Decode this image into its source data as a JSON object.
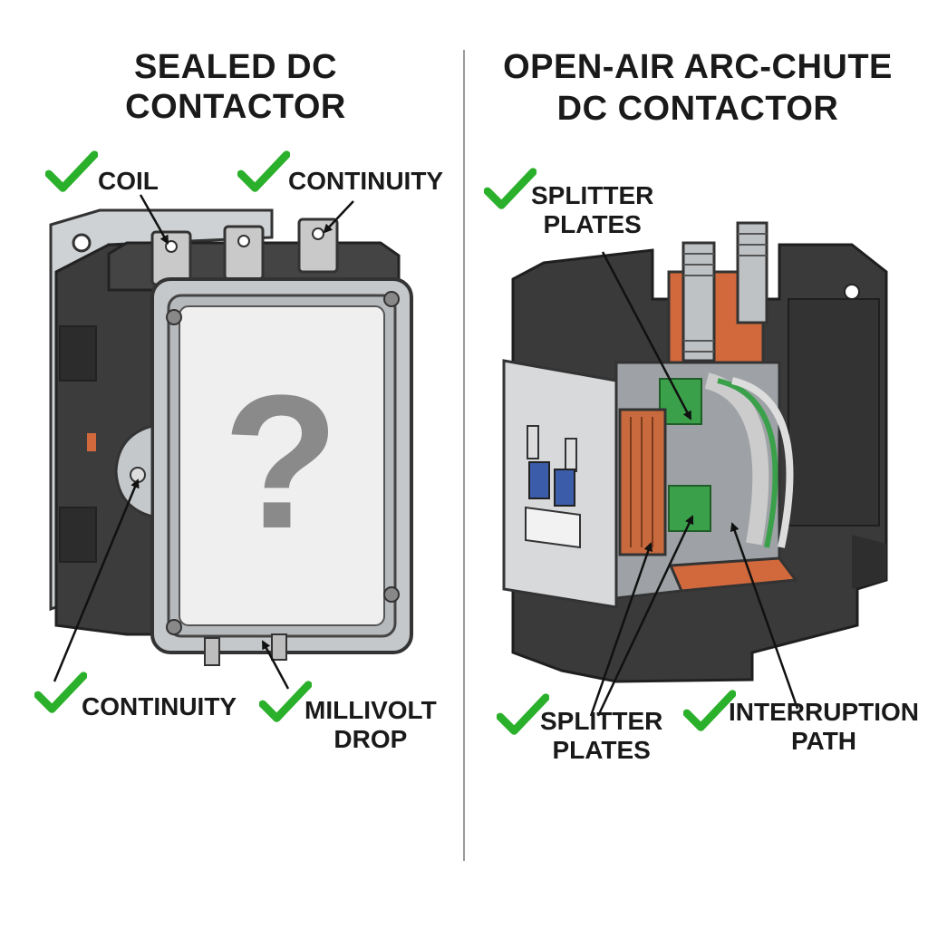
{
  "left_panel": {
    "title": "SEALED DC CONTACTOR",
    "center_symbol": "?",
    "labels": {
      "coil": "COIL",
      "continuity_top": "CONTINUITY",
      "continuity_bottom": "CONTINUITY",
      "millivolt_line1": "MILLIVOLT",
      "millivolt_line2": "DROP"
    }
  },
  "right_panel": {
    "title_line1": "OPEN-AIR ARC-CHUTE",
    "title_line2": "DC CONTACTOR",
    "labels": {
      "splitter_top_line1": "SPLITTER",
      "splitter_top_line2": "PLATES",
      "splitter_bottom_line1": "SPLITTER",
      "splitter_bottom_line2": "PLATES",
      "interruption_line1": "INTERRUPTION",
      "interruption_line2": "PATH"
    }
  },
  "icons": [
    "check-icon",
    "arrow-icon"
  ],
  "colors": {
    "check": "#2bb02b",
    "housing_dark": "#3a3a3a",
    "housing_light": "#d6d8da",
    "copper": "#d2693c",
    "splitter_green": "#3aa04a",
    "divider": "#9a9a9a"
  }
}
